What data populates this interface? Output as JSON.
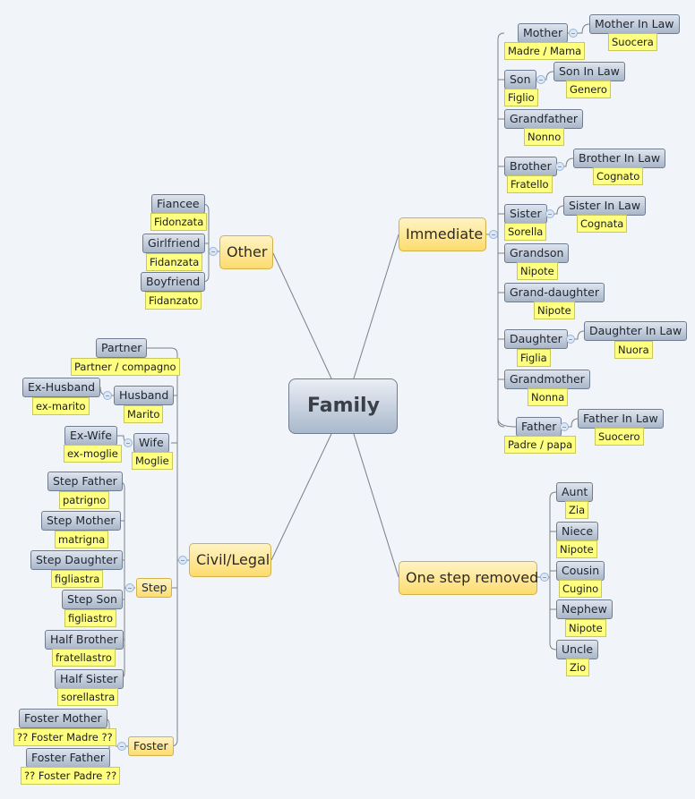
{
  "map": {
    "root": "Family",
    "branches": {
      "immediate": {
        "label": "Immediate",
        "children": [
          {
            "label": "Mother",
            "it": "Madre / Mama",
            "sub": {
              "label": "Mother In Law",
              "it": "Suocera"
            }
          },
          {
            "label": "Son",
            "it": "Figlio",
            "sub": {
              "label": "Son In Law",
              "it": "Genero"
            }
          },
          {
            "label": "Grandfather",
            "it": "Nonno"
          },
          {
            "label": "Brother",
            "it": "Fratello",
            "sub": {
              "label": "Brother In Law",
              "it": "Cognato"
            }
          },
          {
            "label": "Sister",
            "it": "Sorella",
            "sub": {
              "label": "Sister In Law",
              "it": "Cognata"
            }
          },
          {
            "label": "Grandson",
            "it": "Nipote"
          },
          {
            "label": "Grand-daughter",
            "it": "Nipote"
          },
          {
            "label": "Daughter",
            "it": "Figlia",
            "sub": {
              "label": "Daughter In Law",
              "it": "Nuora"
            }
          },
          {
            "label": "Grandmother",
            "it": "Nonna"
          },
          {
            "label": "Father",
            "it": "Padre / papa",
            "sub": {
              "label": "Father In Law",
              "it": "Suocero"
            }
          }
        ]
      },
      "one_step": {
        "label": "One step removed",
        "children": [
          {
            "label": "Aunt",
            "it": "Zia"
          },
          {
            "label": "Niece",
            "it": "Nipote"
          },
          {
            "label": "Cousin",
            "it": "Cugino"
          },
          {
            "label": "Nephew",
            "it": "Nipote"
          },
          {
            "label": "Uncle",
            "it": "Zio"
          }
        ]
      },
      "other": {
        "label": "Other",
        "children": [
          {
            "label": "Fiancee",
            "it": "Fidonzata"
          },
          {
            "label": "Girlfriend",
            "it": "Fidanzata"
          },
          {
            "label": "Boyfriend",
            "it": "Fidanzato"
          }
        ]
      },
      "civil": {
        "label": "Civil/Legal",
        "partner": {
          "label": "Partner",
          "it": "Partner / compagno"
        },
        "husband": {
          "label": "Husband",
          "it": "Marito",
          "sub": {
            "label": "Ex-Husband",
            "it": "ex-marito"
          }
        },
        "wife": {
          "label": "Wife",
          "it": "Moglie",
          "sub": {
            "label": "Ex-Wife",
            "it": "ex-moglie"
          }
        },
        "step": {
          "label": "Step",
          "children": [
            {
              "label": "Step Father",
              "it": "patrigno"
            },
            {
              "label": "Step Mother",
              "it": "matrigna"
            },
            {
              "label": "Step Daughter",
              "it": "figliastra"
            },
            {
              "label": "Step Son",
              "it": "figliastro"
            },
            {
              "label": "Half Brother",
              "it": "fratellastro"
            },
            {
              "label": "Half Sister",
              "it": "sorellastra"
            }
          ]
        },
        "foster": {
          "label": "Foster",
          "children": [
            {
              "label": "Foster Mother",
              "it": "?? Foster Madre  ??"
            },
            {
              "label": "Foster Father",
              "it": "?? Foster Padre ??"
            }
          ]
        }
      }
    }
  }
}
